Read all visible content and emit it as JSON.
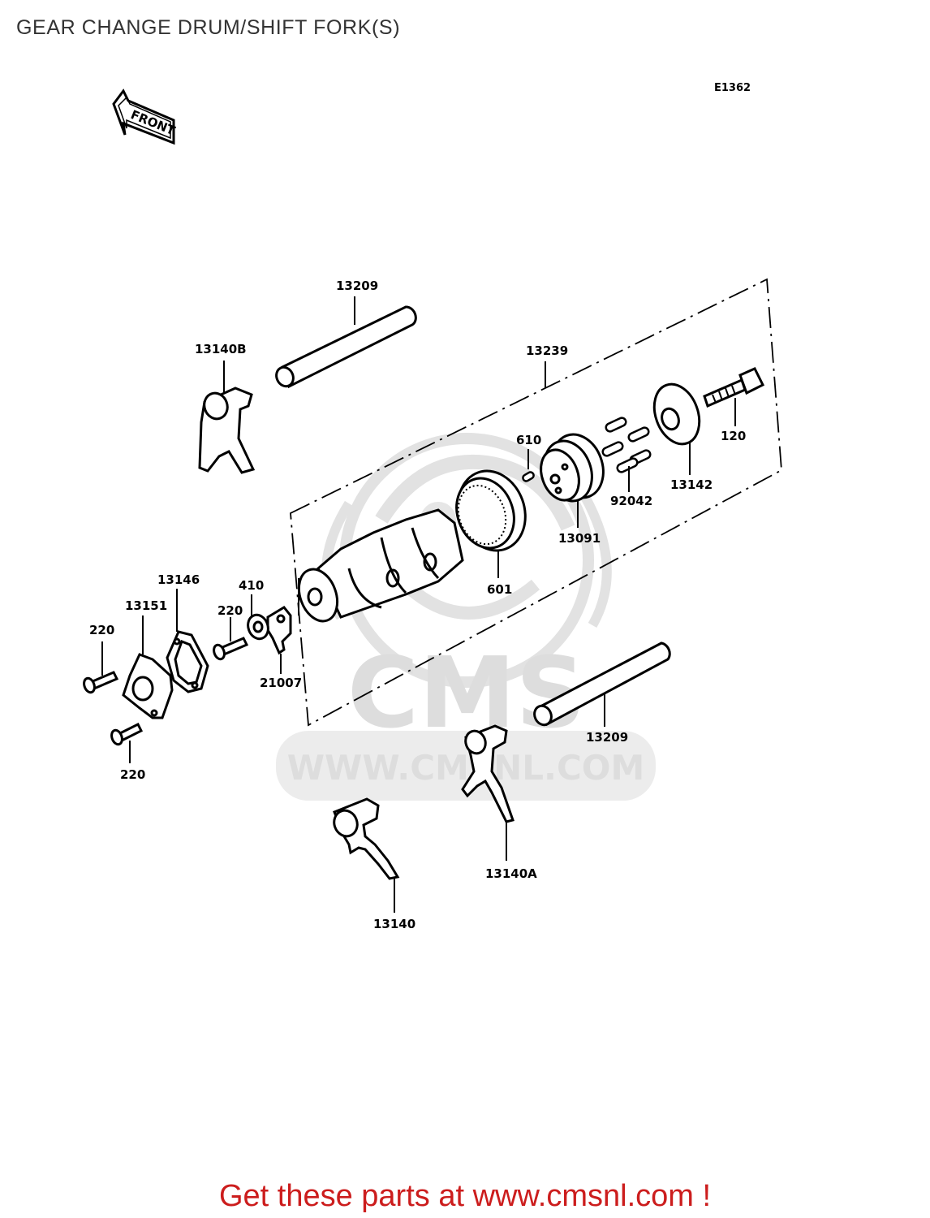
{
  "title": "GEAR CHANGE DRUM/SHIFT FORK(S)",
  "diagram_code": "E1362",
  "direction_label": "FRONT",
  "watermark": {
    "logo_text": "CMS",
    "url_text": "WWW.CMSNL.COM"
  },
  "parts": {
    "shift_rod_upper": "13209",
    "drum_assembly": "13239",
    "fork_b": "13140B",
    "pin_610": "610",
    "bolt_120": "120",
    "drum_pins": "92042",
    "holder_plate": "13142",
    "drum_cam": "13091",
    "bearing": "601",
    "gasket": "13146",
    "washer": "410",
    "stopper_cover": "13151",
    "bolt_220_a": "220",
    "bolt_220_b": "220",
    "bolt_220_c": "220",
    "stopper_lever": "21007",
    "shift_rod_lower": "13209",
    "fork_a": "13140A",
    "fork": "13140"
  },
  "footer": "Get these parts at www.cmsnl.com !"
}
